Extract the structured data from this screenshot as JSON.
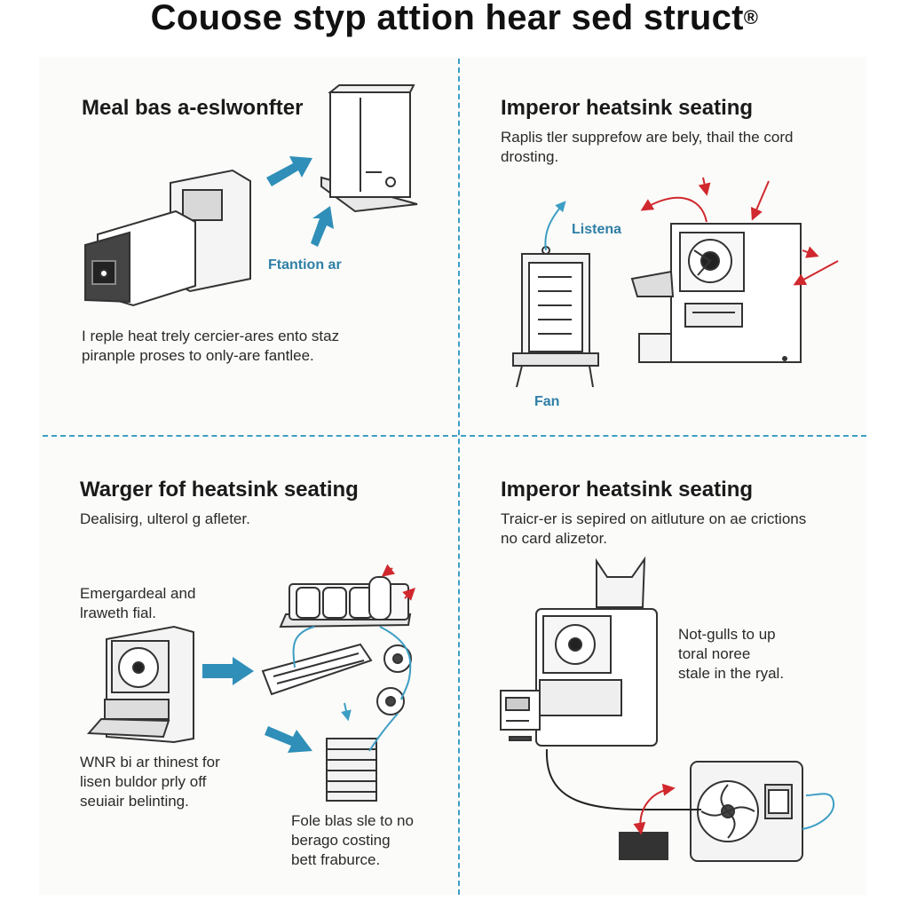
{
  "title": "Couose styp attion hear sed struct",
  "title_mark": "®",
  "colors": {
    "accent_blue": "#3d9ec4",
    "arrow_red": "#d0282e",
    "ink": "#333333"
  },
  "panels": [
    {
      "heading": "Meal bas a-eslwonfter",
      "label": "Ftantion ar",
      "body": [
        "I reple heat trely cercier-ares ento staz",
        "piranple proses to only-are fantlee."
      ]
    },
    {
      "heading": "Imperor heatsink seating",
      "intro": [
        "Raplis tler supprefow are bely, thail the cord",
        "drosting."
      ],
      "label_top": "Listena",
      "label_bottom": "Fan"
    },
    {
      "heading": "Warger fof heatsink seating",
      "intro": "Dealisirg, ulterol g afleter.",
      "note_a": [
        "Emergardeal and",
        "lraweth fial."
      ],
      "note_b": [
        "WNR bi ar thinest for",
        "lisen buldor prly off",
        "seuiair belinting."
      ],
      "note_c": [
        "Fole blas sle to no",
        "berago costing",
        "bett fraburce."
      ]
    },
    {
      "heading": "Imperor heatsink seating",
      "intro": [
        "Traicr-er is sepired on aitluture on ae crictions",
        "no card alizetor."
      ],
      "note": [
        "Not-gulls to up",
        "toral noree",
        "stale in the ryal."
      ]
    }
  ]
}
